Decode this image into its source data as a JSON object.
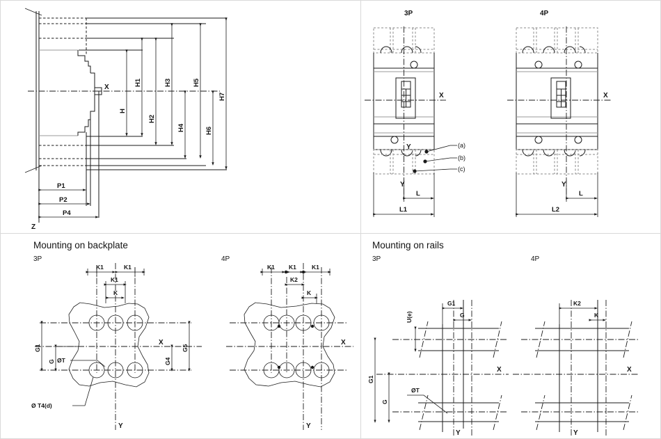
{
  "sheet": {
    "title": "Circuit breaker dimensional drawing",
    "panels": [
      {
        "id": "side-view",
        "heading": "",
        "sub": ""
      },
      {
        "id": "front-views",
        "heading": "",
        "sub": ""
      },
      {
        "id": "backplate",
        "heading": "Mounting on backplate",
        "sub": ""
      },
      {
        "id": "rails",
        "heading": "Mounting on rails",
        "sub": ""
      }
    ]
  },
  "panel_side": {
    "height_dims": [
      "H",
      "H1",
      "H2",
      "H3",
      "H4",
      "H5",
      "H6",
      "H7"
    ],
    "depth_dims": [
      "P1",
      "P2",
      "P4"
    ],
    "axis_x": "X",
    "datum_z": "Z"
  },
  "panel_front": {
    "view_3p_label": "3P",
    "view_4p_label": "4P",
    "axis_x": "X",
    "axis_y": "Y",
    "dims_3p": [
      "L",
      "L1"
    ],
    "dims_4p": [
      "L",
      "L2"
    ],
    "callouts": [
      "(a)",
      "(b)",
      "(c)"
    ]
  },
  "panel_backplate": {
    "heading": "Mounting on backplate",
    "view_3p_label": "3P",
    "view_4p_label": "4P",
    "dims_3p_top": [
      "K1",
      "K1",
      "K1",
      "K"
    ],
    "dims_4p_top": [
      "K1",
      "K1",
      "K1",
      "K2",
      "K"
    ],
    "dims_3p_side": [
      "G1",
      "G",
      "G4",
      "G5"
    ],
    "hole_labels": [
      "ØT",
      "Ø T4(d)"
    ],
    "axis_x": "X",
    "axis_y": "Y"
  },
  "panel_rails": {
    "heading": "Mounting on rails",
    "view_3p_label": "3P",
    "view_4p_label": "4P",
    "dims_3p": [
      "G1",
      "G",
      "G1",
      "G",
      "ØT",
      "U(e)"
    ],
    "dims_4p": [
      "K2",
      "K"
    ],
    "axis_x": "X",
    "axis_y": "Y"
  },
  "labels": {
    "H": "H",
    "H1": "H1",
    "H2": "H2",
    "H3": "H3",
    "H4": "H4",
    "H5": "H5",
    "H6": "H6",
    "H7": "H7",
    "P1": "P1",
    "P2": "P2",
    "P4": "P4",
    "Z": "Z",
    "X": "X",
    "Y": "Y",
    "P3": "3P",
    "P4p": "4P",
    "L": "L",
    "L1": "L1",
    "L2": "L2",
    "a": "(a)",
    "b": "(b)",
    "c": "(c)",
    "K": "K",
    "K1": "K1",
    "K2": "K2",
    "G": "G",
    "G1": "G1",
    "G4": "G4",
    "G5": "G5",
    "OT": "ØT",
    "OT4d": "Ø T4(d)",
    "Ue": "U(e)",
    "backplate": "Mounting on backplate",
    "rails": "Mounting on rails"
  },
  "colors": {
    "line": "#1a1a1a",
    "grey_line": "#9a9a9a",
    "panel_border": "#d9d9d9",
    "background": "#ffffff"
  }
}
